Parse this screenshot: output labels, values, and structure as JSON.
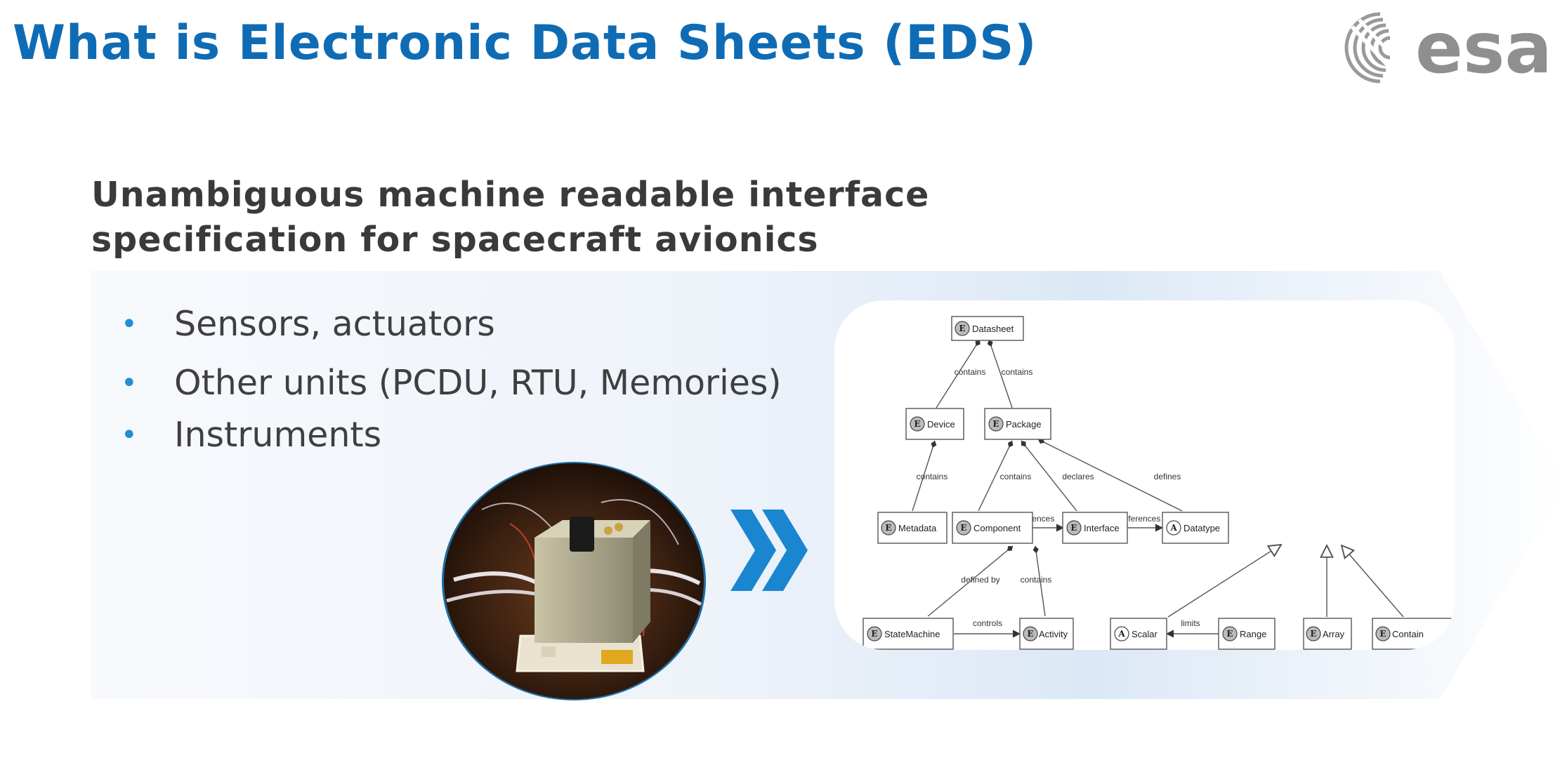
{
  "slide": {
    "title": "What is Electronic Data Sheets (EDS)",
    "logo_text": "esa",
    "subtitle_lines": [
      "Unambiguous machine readable interface",
      "specification for spacecraft avionics"
    ],
    "bullets": [
      "Sensors, actuators",
      "Other units (PCDU, RTU, Memories)",
      "Instruments"
    ],
    "bullet_marker": "•",
    "colors": {
      "title": "#0f6cb4",
      "bullet": "#1f8fd6",
      "chevron": "#1a86d0",
      "text": "#3f3f3f"
    }
  },
  "diagram": {
    "nodes": [
      {
        "id": "datasheet",
        "icon": "E",
        "label": "Datasheet"
      },
      {
        "id": "device",
        "icon": "E",
        "label": "Device"
      },
      {
        "id": "package",
        "icon": "E",
        "label": "Package"
      },
      {
        "id": "metadata",
        "icon": "E",
        "label": "Metadata"
      },
      {
        "id": "component",
        "icon": "E",
        "label": "Component"
      },
      {
        "id": "interface",
        "icon": "E",
        "label": "Interface"
      },
      {
        "id": "datatype",
        "icon": "A",
        "label": "Datatype"
      },
      {
        "id": "statemachine",
        "icon": "E",
        "label": "StateMachine"
      },
      {
        "id": "activity",
        "icon": "E",
        "label": "Activity"
      },
      {
        "id": "scalar",
        "icon": "A",
        "label": "Scalar"
      },
      {
        "id": "range",
        "icon": "E",
        "label": "Range"
      },
      {
        "id": "array",
        "icon": "E",
        "label": "Array"
      },
      {
        "id": "container",
        "icon": "E",
        "label": "Contain"
      }
    ],
    "edge_labels": {
      "datasheet_device": "contains",
      "datasheet_package": "contains",
      "device_metadata": "contains",
      "package_component": "contains",
      "package_interface": "declares",
      "package_datatype": "defines",
      "component_interface": "references",
      "interface_datatype": "references",
      "component_statemachine": "defined by",
      "component_activity": "contains",
      "statemachine_activity": "controls",
      "range_scalar": "limits"
    }
  }
}
